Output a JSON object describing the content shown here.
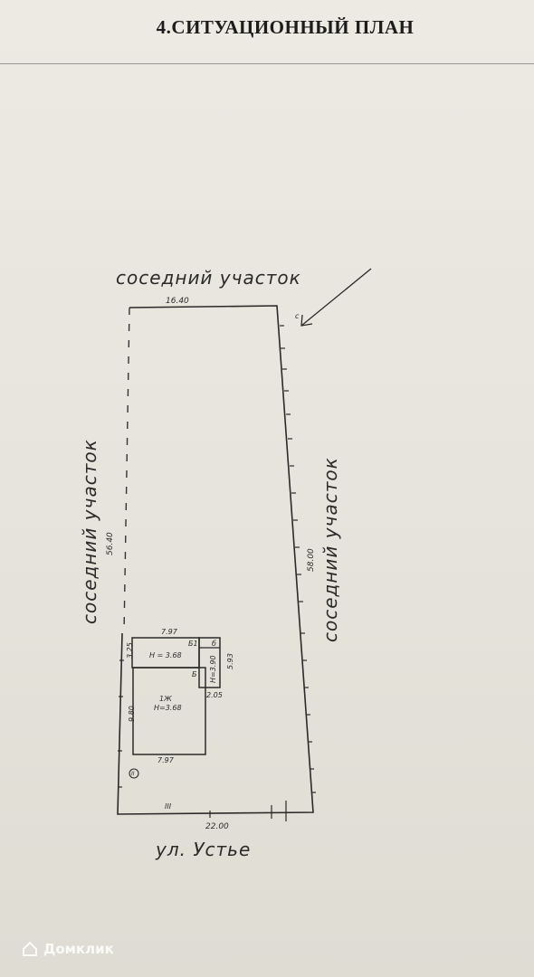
{
  "document": {
    "title": "4.СИТУАЦИОННЫЙ ПЛАН"
  },
  "plan": {
    "neighbor_top": "соседний участок",
    "neighbor_left": "соседний участок",
    "neighbor_right": "соседний участок",
    "street": "ул. Устье",
    "north_mark": "с",
    "dimensions": {
      "top": "16.40",
      "left": "56.40",
      "right": "58.00",
      "bottom": "22.00"
    },
    "building": {
      "width_top": "7.97",
      "width_bottom": "7.97",
      "height_left_small": "3.25",
      "height_left_main": "9.80",
      "annex_label_b1": "Б1",
      "annex_label_b": "Б",
      "annex_small_b": "б",
      "annex_height": "Н = 3.68",
      "annex_side_height": "Н=3.90",
      "annex_side_length": "5.93",
      "annex_side_width": "2.05",
      "main_label": "1Ж",
      "main_height": "Н=3.68"
    },
    "parcel_mark": "II",
    "fence_mark": "III"
  },
  "watermark": {
    "text": "Домклик"
  }
}
